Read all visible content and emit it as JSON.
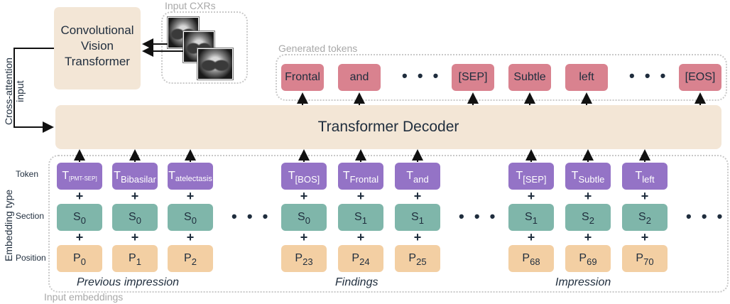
{
  "encoder": {
    "title_lines": [
      "Convolutional",
      "Vision",
      "Transformer"
    ],
    "fill": "#f3e6d6"
  },
  "input_cxrs_label": "Input CXRs",
  "cross_attention_label": [
    "Cross-attention",
    "input"
  ],
  "generated_tokens_label": "Generated tokens",
  "generated_tokens": [
    "Frontal",
    "and",
    "[SEP]",
    "Subtle",
    "left",
    "[EOS]"
  ],
  "decoder_label": "Transformer Decoder",
  "embedding_type_label": "Embedding type",
  "row_labels": {
    "token": "Token",
    "section": "Section",
    "position": "Position"
  },
  "token_embeddings": [
    {
      "base": "T",
      "sub": "[PMT-SEP]"
    },
    {
      "base": "T",
      "sub": "Bibasilar"
    },
    {
      "base": "T",
      "sub": "atelectasis"
    },
    {
      "base": "T",
      "sub": "[BOS]"
    },
    {
      "base": "T",
      "sub": "Frontal"
    },
    {
      "base": "T",
      "sub": "and"
    },
    {
      "base": "T",
      "sub": "[SEP]"
    },
    {
      "base": "T",
      "sub": "Subtle"
    },
    {
      "base": "T",
      "sub": "left"
    }
  ],
  "section_embeddings": [
    {
      "base": "S",
      "sub": "0"
    },
    {
      "base": "S",
      "sub": "0"
    },
    {
      "base": "S",
      "sub": "0"
    },
    {
      "base": "S",
      "sub": "0"
    },
    {
      "base": "S",
      "sub": "1"
    },
    {
      "base": "S",
      "sub": "1"
    },
    {
      "base": "S",
      "sub": "1"
    },
    {
      "base": "S",
      "sub": "2"
    },
    {
      "base": "S",
      "sub": "2"
    }
  ],
  "position_embeddings": [
    {
      "base": "P",
      "sub": "0"
    },
    {
      "base": "P",
      "sub": "1"
    },
    {
      "base": "P",
      "sub": "2"
    },
    {
      "base": "P",
      "sub": "23"
    },
    {
      "base": "P",
      "sub": "24"
    },
    {
      "base": "P",
      "sub": "25"
    },
    {
      "base": "P",
      "sub": "68"
    },
    {
      "base": "P",
      "sub": "69"
    },
    {
      "base": "P",
      "sub": "70"
    }
  ],
  "plus_sign": "+",
  "ellipsis": "• • •",
  "groups": [
    "Previous impression",
    "Findings",
    "Impression"
  ],
  "input_embeddings_label": "Input embeddings",
  "colors": {
    "generated": "#d9828f",
    "token": "#9473c6",
    "section": "#7fb6aa",
    "position": "#f3cfa3",
    "decoder": "#f3e6d6"
  }
}
